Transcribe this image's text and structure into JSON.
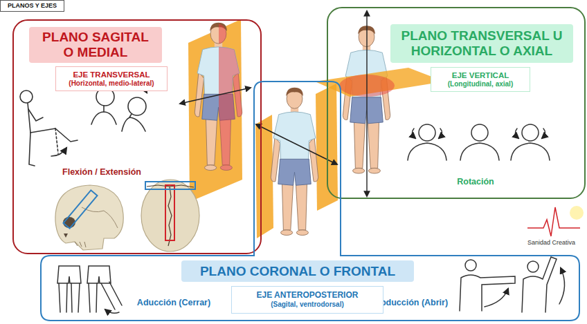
{
  "diagram": {
    "nodes": [
      {
        "text": [
          "PLANOS Y EJES"
        ]
      },
      {
        "text": [
          "Flexión / Extensión"
        ]
      },
      {
        "text": [
          "PLANO SAGITAL O MEDIAL"
        ],
        "in": 1
      },
      {
        "text": [
          "EJE TRANSVERSAL",
          "(Horizontal, medio-lateral)"
        ],
        "in": 1
      },
      {
        "text": [
          "Rotación"
        ]
      },
      {
        "text": [
          "PLANO TRANSVERSAL U HORIZONTAL O AXIAL"
        ],
        "in": 4
      },
      {
        "text": [
          "EJE VERTICAL",
          "(Longitudinal, axial)"
        ],
        "in": 4
      },
      {
        "text": [
          "Aducción (Cerrar)",
          "Abducción (Abrir)"
        ]
      },
      {
        "text": [
          "PLANO CORONAL O FRONTAL"
        ],
        "in": 7
      },
      {
        "text": [
          "EJE ANTEROPOSTERIOR",
          "(Sagital, ventrodorsal)"
        ],
        "in": 7
      }
    ],
    "labels": [
      "Sanidad Creativa"
    ]
  }
}
